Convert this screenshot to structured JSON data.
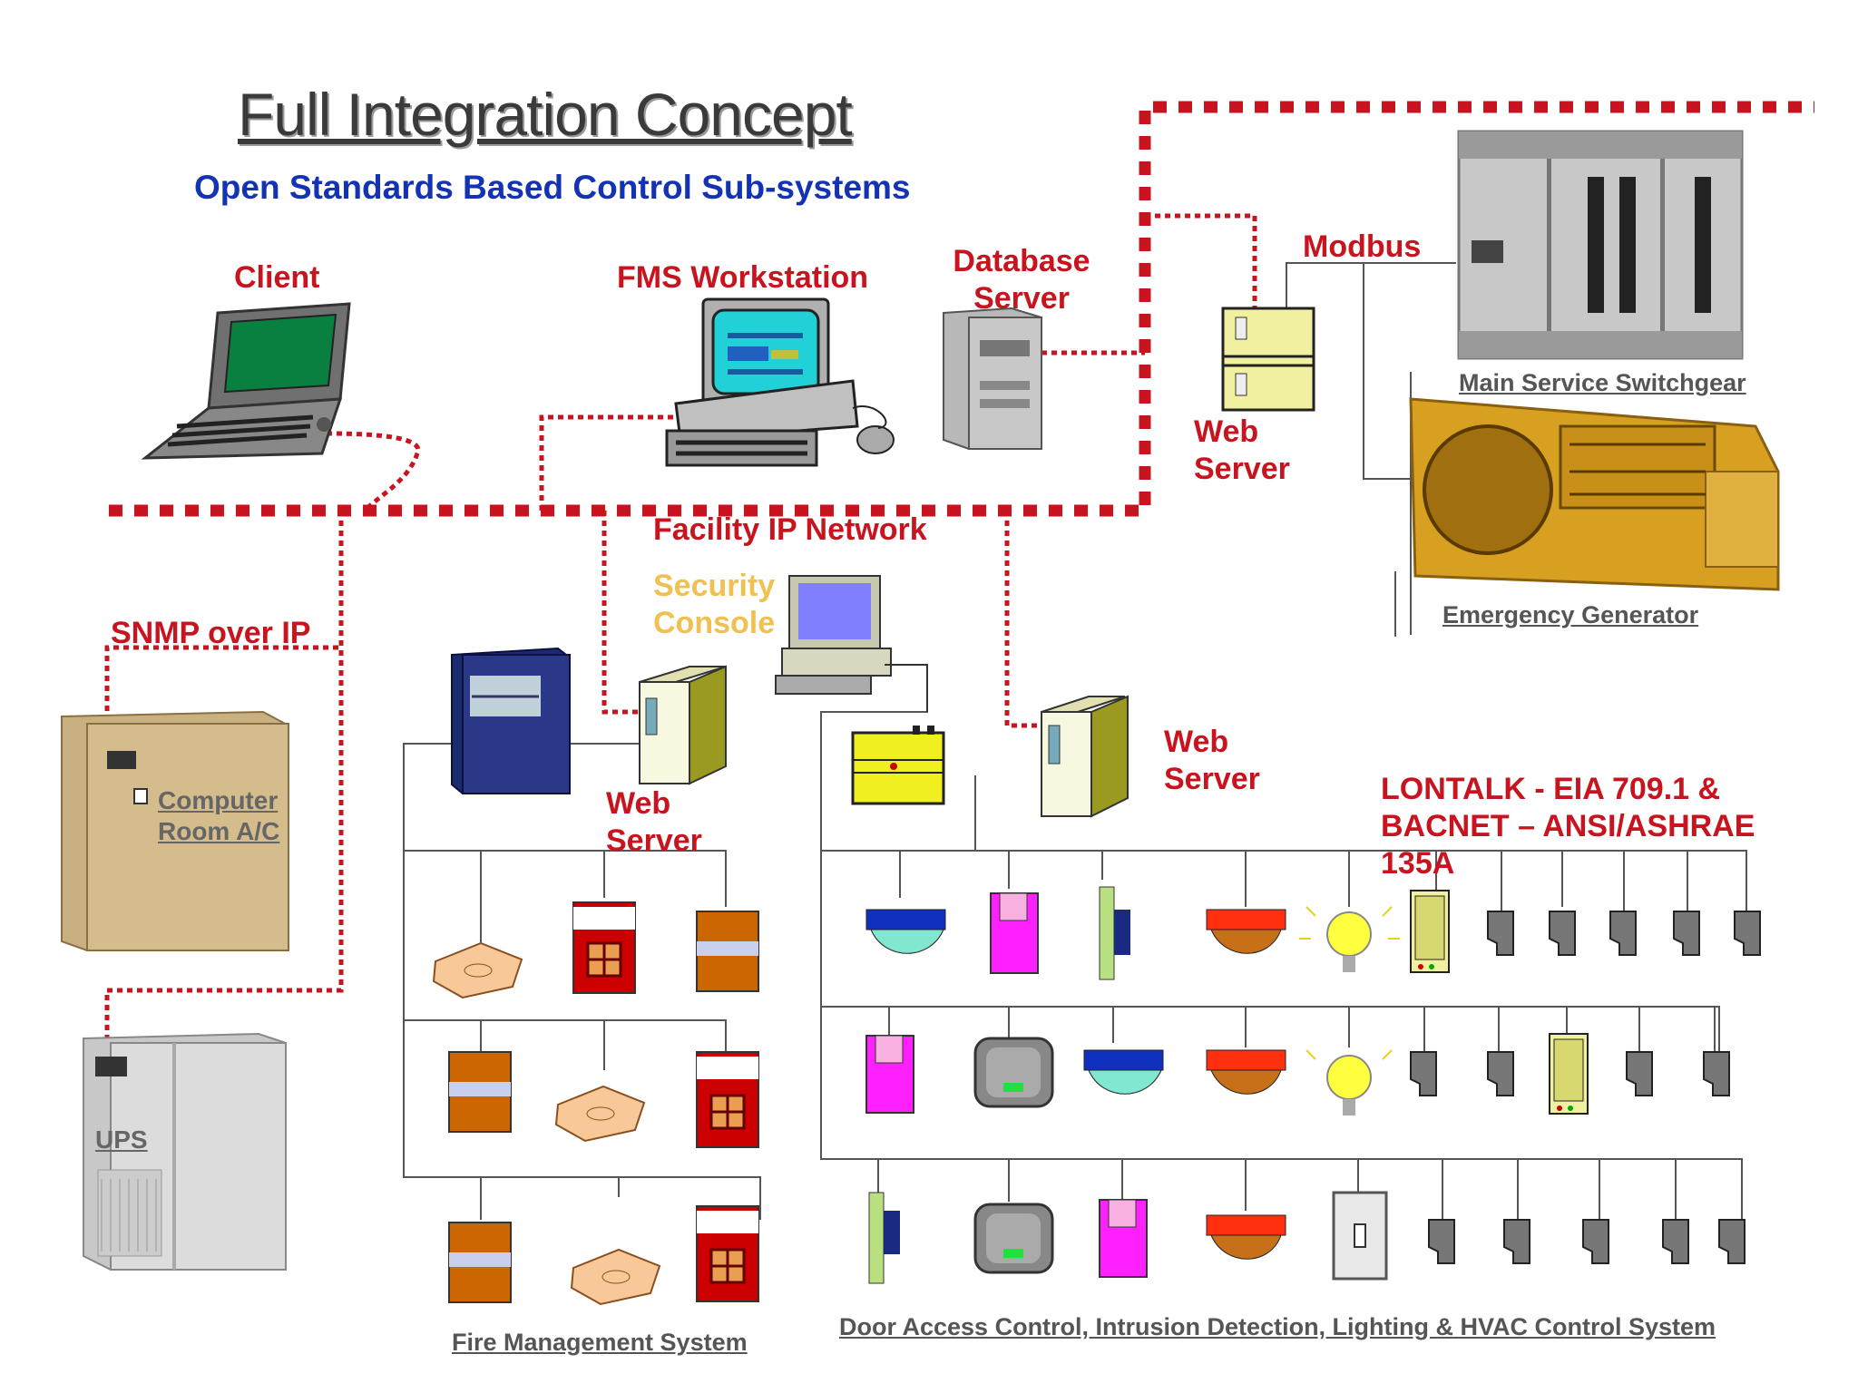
{
  "title": "Full Integration Concept ",
  "subtitle": "Open Standards Based Control Sub-systems",
  "labels": {
    "client": "Client",
    "fms_workstation": "FMS Workstation",
    "database_server_line1": "Database",
    "database_server_line2": "Server",
    "modbus": "Modbus",
    "web_server_top_line1": "Web",
    "web_server_top_line2": "Server",
    "main_service_switchgear": "Main Service Switchgear",
    "emergency_generator": "Emergency Generator",
    "facility_ip_network": "Facility IP Network",
    "security_console_line1": "Security",
    "security_console_line2": "Console",
    "snmp_over_ip": "SNMP over IP",
    "computer_room_ac_line1": "Computer",
    "computer_room_ac_line2": "Room A/C",
    "ups": "UPS",
    "web_server_fire_line1": "Web",
    "web_server_fire_line2": "Server",
    "web_server_right_line1": "Web",
    "web_server_right_line2": "Server",
    "protocols_line1": "LONTALK - EIA 709.1 &",
    "protocols_line2": "BACNET – ANSI/ASHRAE",
    "protocols_line3": "135A",
    "fire_management_system": "Fire Management System",
    "door_access_system": "Door Access Control,  Intrusion Detection, Lighting & HVAC Control System"
  },
  "colors": {
    "network_red": "#c8141e",
    "subtitle_blue": "#1432b4",
    "label_gray": "#555555",
    "security_yellow": "#f0c050"
  }
}
